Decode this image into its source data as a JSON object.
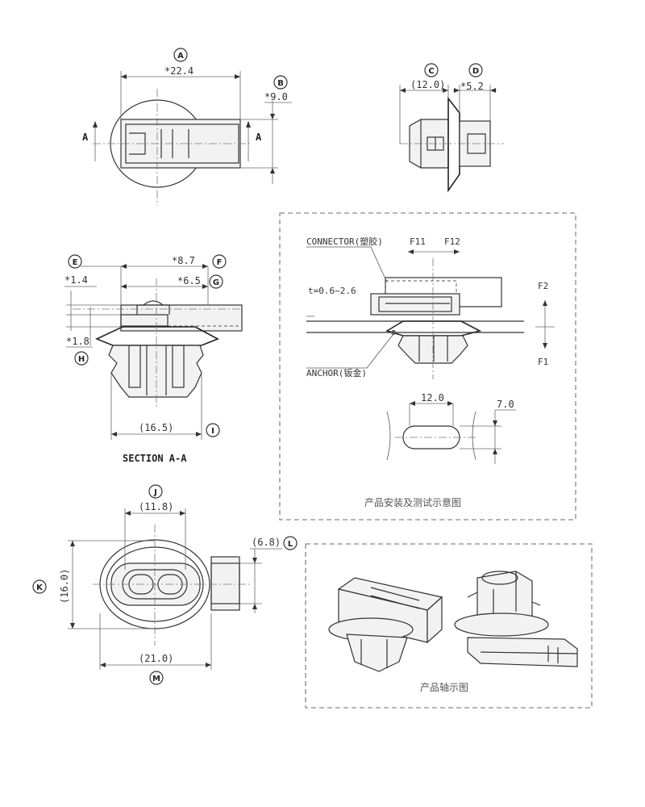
{
  "markers": {
    "A": "A",
    "B": "B",
    "C": "C",
    "D": "D",
    "E": "E",
    "F": "F",
    "G": "G",
    "H": "H",
    "I": "I",
    "J": "J",
    "K": "K",
    "L": "L",
    "M": "M"
  },
  "dims": {
    "a": "*22.4",
    "b": "*9.0",
    "c": "(12.0)",
    "d": "*5.2",
    "f": "*8.7",
    "e": "*1.4",
    "g": "*6.5",
    "h": "*1.8",
    "i": "(16.5)",
    "j": "(11.8)",
    "k": "(16.0)",
    "l": "(6.8)",
    "m": "(21.0)",
    "hole_w": "12.0",
    "hole_h": "7.0"
  },
  "section": {
    "cut_left": "A",
    "cut_right": "A",
    "title": "SECTION A-A"
  },
  "install": {
    "connector": "CONNECTOR(塑胶)",
    "anchor": "ANCHOR(钣金)",
    "thickness": "t=0.6~2.6",
    "f11": "F11",
    "f12": "F12",
    "f2": "F2",
    "f1": "F1",
    "caption": "产品安装及测试示意图"
  },
  "axo": {
    "caption": "产品轴示图"
  },
  "colors": {
    "line": "#333333",
    "dash_box": "#888888",
    "caption": "#555555"
  }
}
